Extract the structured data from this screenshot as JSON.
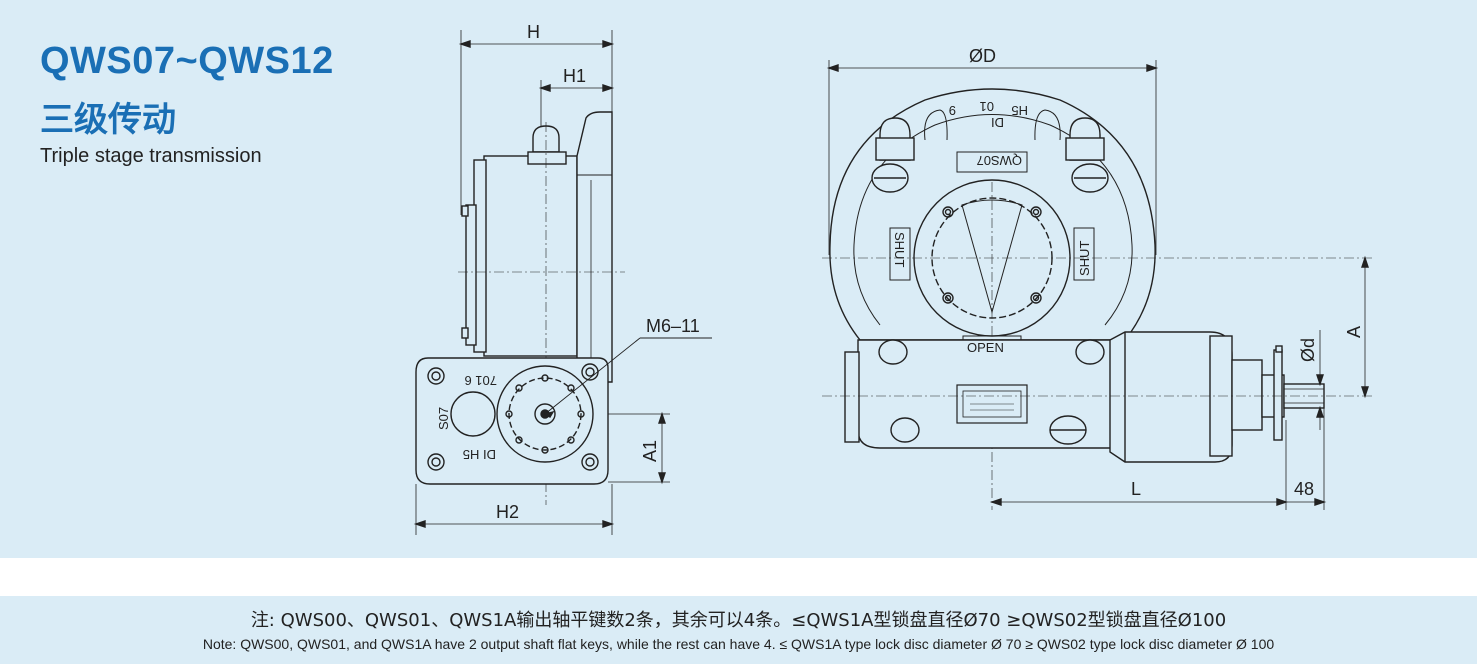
{
  "header": {
    "title": "QWS07~QWS12",
    "subtitle_cn": "三级传动",
    "subtitle_en": "Triple stage transmission"
  },
  "dimensions": {
    "h": "H",
    "h1": "H1",
    "h2": "H2",
    "a1": "A1",
    "m6": "M6–11",
    "od": "ØD",
    "a": "A",
    "od_small": "Ød",
    "l": "L",
    "n48": "48"
  },
  "side_view": {
    "plate_text_1": "701 6",
    "plate_text_2": "S07",
    "plate_text_3": "DI H5"
  },
  "front_view": {
    "arc_text_1": "9",
    "arc_text_2": "01",
    "arc_text_3": "H5",
    "arc_text_4": "DI",
    "model_plate": "QWS07",
    "shut_left": "SHUT",
    "shut_right": "SHUT",
    "open_label": "OPEN"
  },
  "footer": {
    "note_cn": "注: QWS00、QWS01、QWS1A输出轴平键数2条，其余可以4条。≤QWS1A型锁盘直径Ø70 ≥QWS02型锁盘直径Ø100",
    "note_en": "Note: QWS00, QWS01, and QWS1A have 2 output shaft flat keys, while the rest can have 4. ≤ QWS1A type lock disc diameter Ø 70 ≥ QWS02 type lock disc diameter Ø 100"
  },
  "colors": {
    "panel_bg": "#daecf6",
    "title": "#1a6fb5",
    "line": "#222222"
  }
}
